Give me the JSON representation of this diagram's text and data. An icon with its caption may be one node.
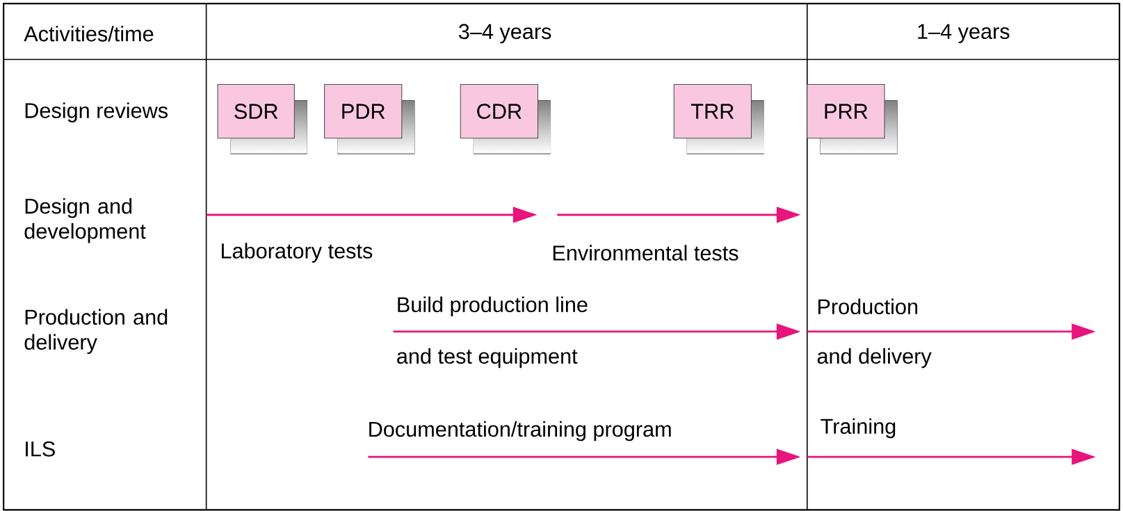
{
  "diagram": {
    "nodes": [
      {
        "text": [
          "SDR"
        ]
      },
      {
        "text": [
          "PDR"
        ]
      },
      {
        "text": [
          "CDR"
        ]
      },
      {
        "text": [
          "TRR"
        ]
      },
      {
        "text": [
          "PRR"
        ]
      }
    ],
    "labels": [
      "Activities/time",
      "3–4 years",
      "1–4 years",
      "Design reviews",
      "Design and development",
      "Laboratory tests",
      "Environmental tests",
      "Production and delivery",
      "Build production line",
      "Production",
      "and test equipment",
      "and delivery",
      "ILS",
      "Documentation/training program",
      "Training"
    ]
  }
}
